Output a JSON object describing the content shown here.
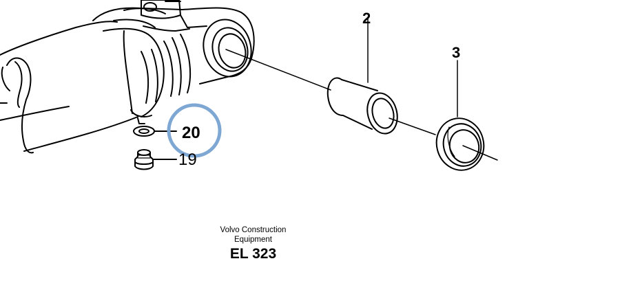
{
  "callouts": {
    "part_2": "2",
    "part_3": "3",
    "part_19": "19",
    "part_20": "20"
  },
  "caption": {
    "brand_line1": "Volvo Construction",
    "brand_line2": "Equipment",
    "code": "EL 323"
  },
  "colors": {
    "highlight_ring": "#7ea7d3",
    "line": "#000000",
    "background": "#ffffff"
  }
}
